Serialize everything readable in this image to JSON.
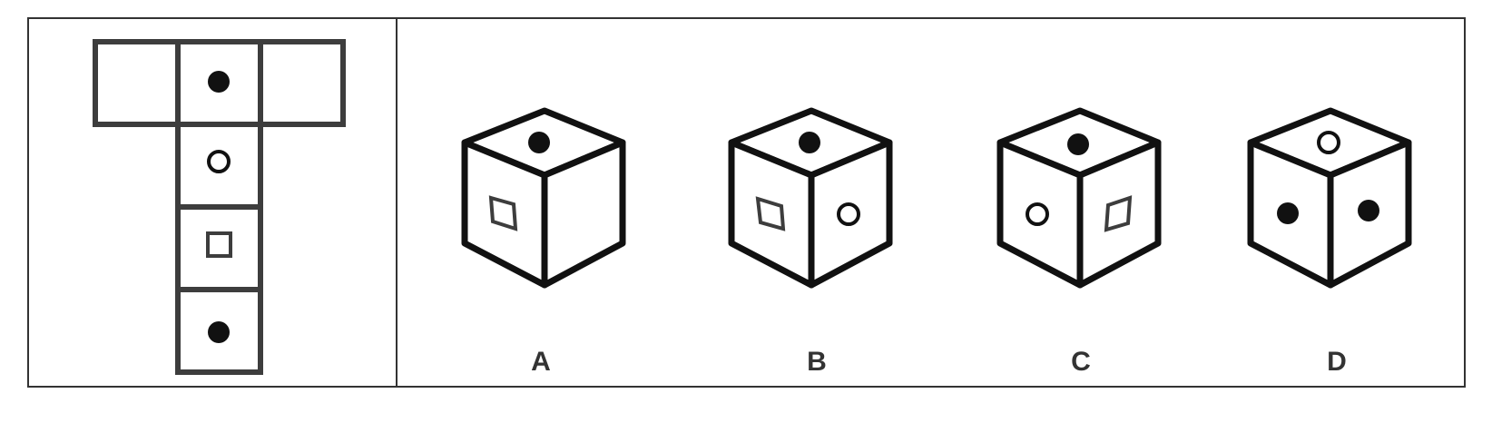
{
  "puzzle": {
    "net": {
      "shape": "T",
      "faces": [
        {
          "position": "top-left",
          "symbol": "none"
        },
        {
          "position": "top-center",
          "symbol": "filled-circle"
        },
        {
          "position": "top-right",
          "symbol": "none"
        },
        {
          "position": "stem-1",
          "symbol": "hollow-circle"
        },
        {
          "position": "stem-2",
          "symbol": "hollow-square"
        },
        {
          "position": "stem-3",
          "symbol": "filled-circle"
        }
      ]
    },
    "options": [
      {
        "label": "A",
        "top": "filled-circle",
        "left": "hollow-square",
        "right": "none"
      },
      {
        "label": "B",
        "top": "filled-circle",
        "left": "hollow-square",
        "right": "hollow-circle"
      },
      {
        "label": "C",
        "top": "filled-circle",
        "left": "hollow-circle",
        "right": "hollow-square"
      },
      {
        "label": "D",
        "top": "hollow-circle",
        "left": "filled-circle",
        "right": "filled-circle"
      }
    ]
  },
  "colors": {
    "line": "#111111",
    "frame": "#333333",
    "net_line": "#3d3d3d",
    "label": "#333333"
  }
}
